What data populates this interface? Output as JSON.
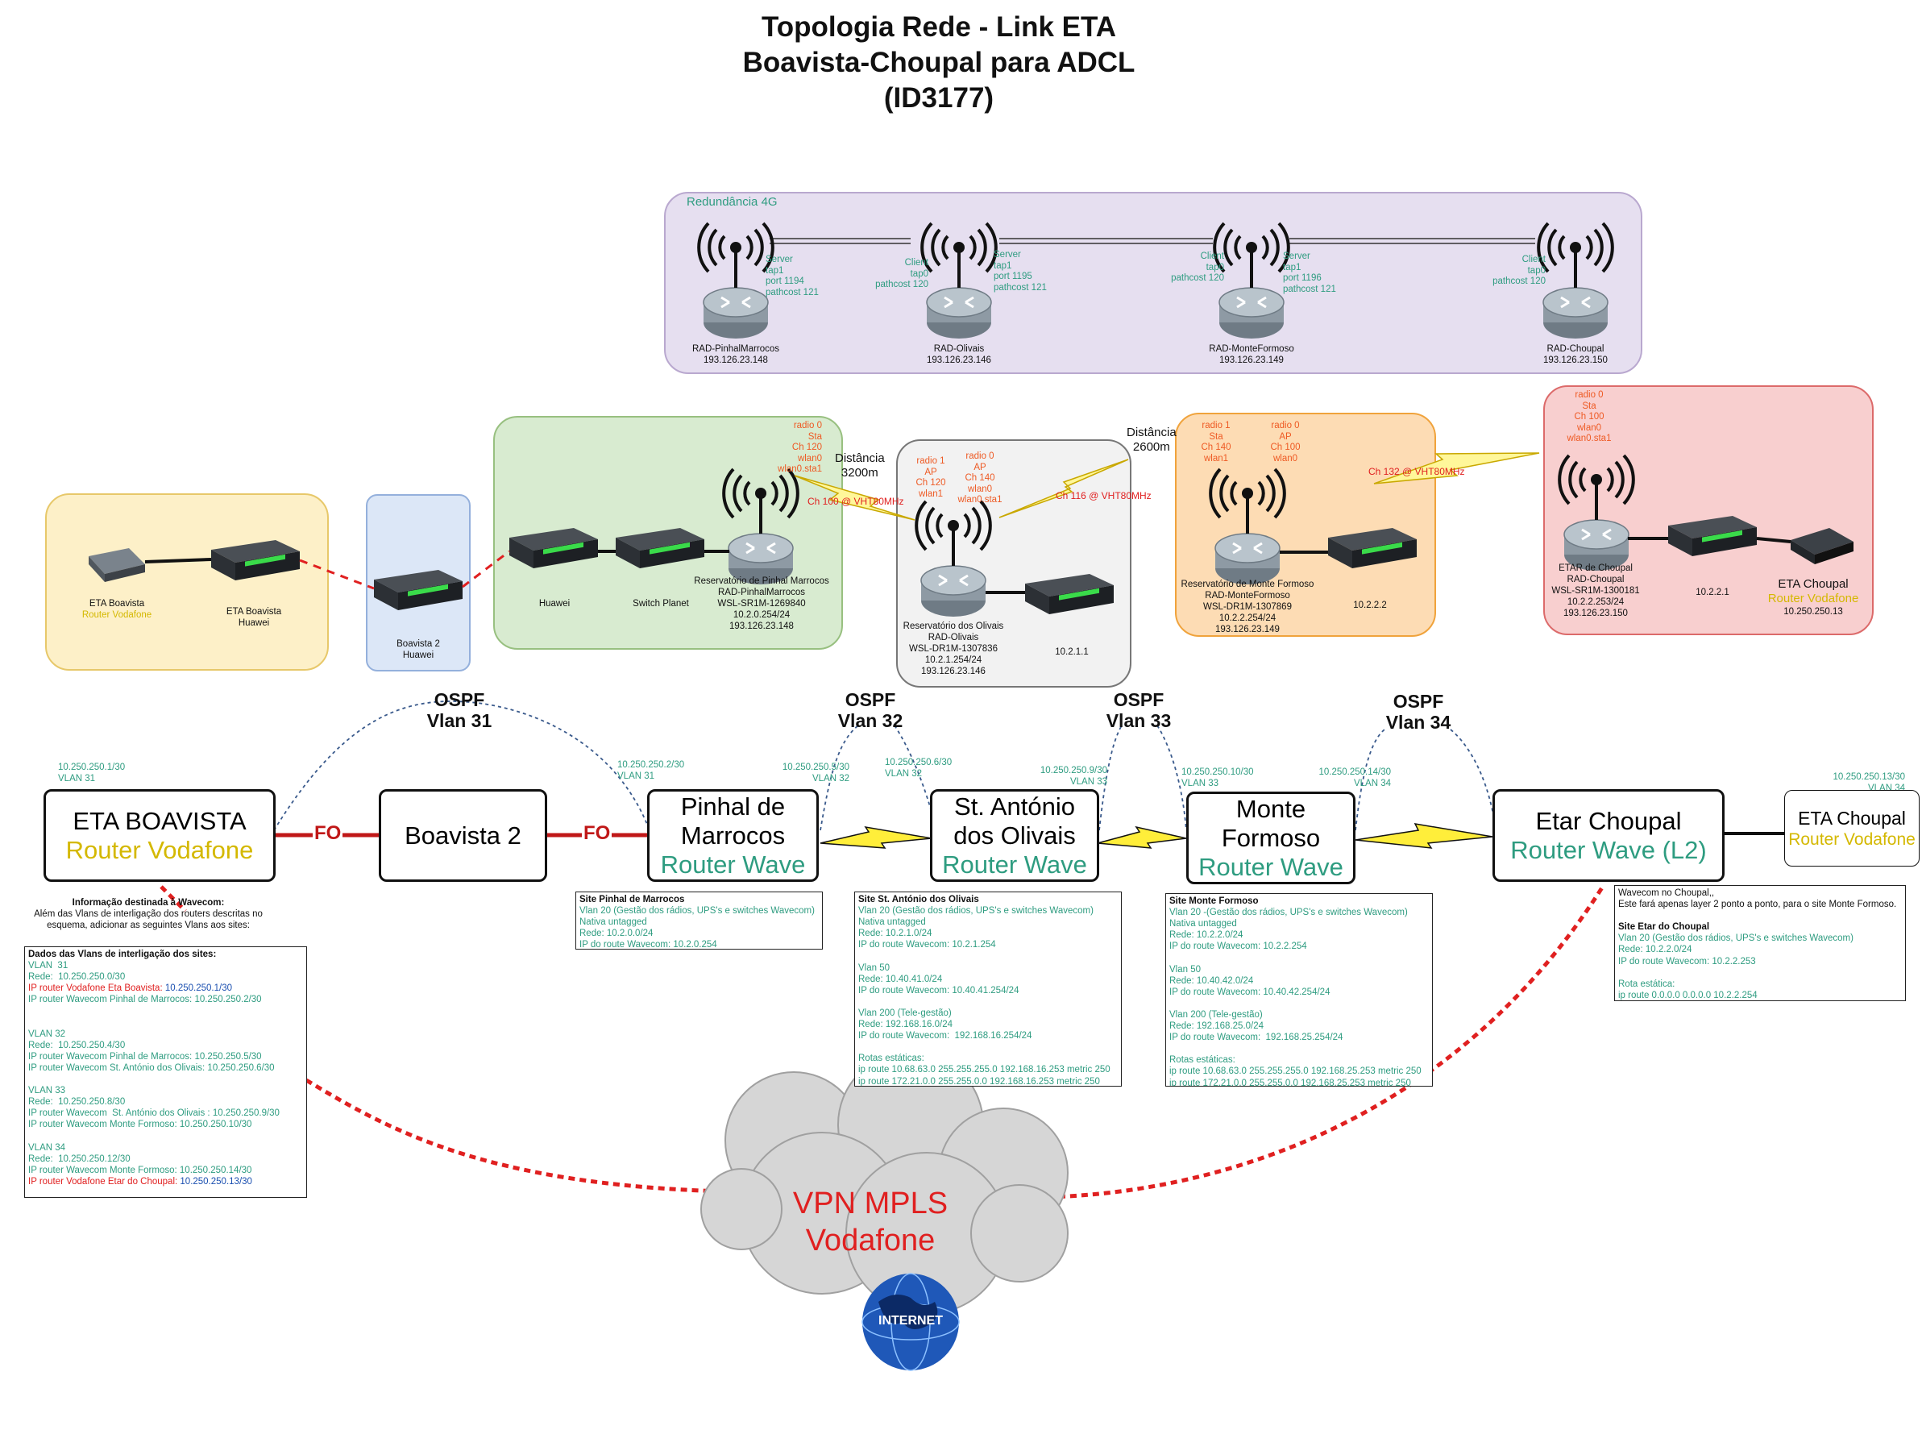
{
  "title": [
    "Topologia Rede - Link ETA",
    "Boavista-Choupal para ADCL",
    "(ID3177)"
  ],
  "redundancy": {
    "label": "Redundância 4G",
    "radios": [
      {
        "name": "RAD-PinhalMarrocos",
        "ip": "193.126.23.148"
      },
      {
        "name": "RAD-Olivais",
        "ip": "193.126.23.146"
      },
      {
        "name": "RAD-MonteFormoso",
        "ip": "193.126.23.149"
      },
      {
        "name": "RAD-Choupal",
        "ip": "193.126.23.150"
      }
    ],
    "tunnels": [
      {
        "server": [
          "Server",
          "tap1",
          "port 1194",
          "pathcost 121"
        ],
        "client": [
          "Client",
          "tap0",
          "pathcost 120"
        ]
      },
      {
        "server": [
          "Server",
          "tap1",
          "port 1195",
          "pathcost 121"
        ],
        "client": [
          "Client",
          "tap0",
          "pathcost 120"
        ]
      },
      {
        "server": [
          "Server",
          "tap1",
          "port 1196",
          "pathcost 121"
        ],
        "client": [
          "Client",
          "tap0",
          "pathcost 120"
        ]
      }
    ]
  },
  "sites": {
    "eta_boavista": {
      "device1": "ETA Boavista",
      "device1_sub": "Router Vodafone",
      "device2": [
        "ETA Boavista",
        "Huawei"
      ]
    },
    "boavista2": {
      "label": [
        "Boavista 2",
        "Huawei"
      ]
    },
    "pinhal": {
      "huawei": "Huawei",
      "planet": "Switch Planet",
      "radio_info": [
        "radio 0",
        "Sta",
        "Ch 120",
        "wlan0",
        "wlan0.sta1"
      ],
      "radio_label": [
        "Reservatório de Pinhal Marrocos",
        "RAD-PinhalMarrocos",
        "WSL-SR1M-1269840",
        "10.2.0.254/24",
        "193.126.23.148"
      ],
      "distance": [
        "Distância",
        "3200m"
      ]
    },
    "olivais": {
      "radio1": [
        "radio 1",
        "AP",
        "Ch 120",
        "wlan1"
      ],
      "radio0": [
        "radio 0",
        "AP",
        "Ch 140",
        "wlan0",
        "wlan0.sta1"
      ],
      "radio_label": [
        "Reservatório dos Olivais",
        "RAD-Olivais",
        "WSL-DR1M-1307836",
        "10.2.1.254/24",
        "193.126.23.146"
      ],
      "switch": "10.2.1.1"
    },
    "monte": {
      "radio1": [
        "radio 1",
        "Sta",
        "Ch 140",
        "wlan1"
      ],
      "radio0": [
        "radio 0",
        "AP",
        "Ch 100",
        "wlan0"
      ],
      "radio_label": [
        "Reservatório de Monte Formoso",
        "RAD-MonteFormoso",
        "WSL-DR1M-1307869",
        "10.2.2.254/24",
        "193.126.23.149"
      ],
      "switch": "10.2.2.2",
      "distance": [
        "Distância",
        "2600m"
      ]
    },
    "choupal": {
      "radio0": [
        "radio 0",
        "Sta",
        "Ch 100",
        "wlan0",
        "wlan0.sta1"
      ],
      "radio_label": [
        "ETAR de Choupal",
        "RAD-Choupal",
        "WSL-SR1M-1300181",
        "10.2.2.253/24",
        "193.126.23.150"
      ],
      "switch": "10.2.2.1",
      "router": "ETA Choupal",
      "router_sub": "Router Vodafone",
      "router_ip": "10.250.250.13"
    }
  },
  "wireless_links": [
    "Ch 100 @ VHT80MHz",
    "Ch 116 @ VHT80MHz",
    "Ch 132 @ VHT80MHz"
  ],
  "ospf": [
    {
      "line1": "OSPF",
      "line2": "Vlan 31"
    },
    {
      "line1": "OSPF",
      "line2": "Vlan 32"
    },
    {
      "line1": "OSPF",
      "line2": "Vlan 33"
    },
    {
      "line1": "OSPF",
      "line2": "Vlan 34"
    }
  ],
  "ip_labels": [
    [
      "10.250.250.1/30",
      "VLAN 31"
    ],
    [
      "10.250.250.2/30",
      "VLAN 31"
    ],
    [
      "10.250.250.5/30",
      "VLAN 32"
    ],
    [
      "10.250.250.6/30",
      "VLAN 32"
    ],
    [
      "10.250.250.9/30",
      "VLAN 33"
    ],
    [
      "10.250.250.10/30",
      "VLAN 33"
    ],
    [
      "10.250.250.14/30",
      "VLAN 34"
    ],
    [
      "10.250.250.13/30",
      "VLAN 34"
    ]
  ],
  "nodes": {
    "eta_boavista": {
      "line1": "ETA BOAVISTA",
      "line2": "Router Vodafone"
    },
    "boavista2": {
      "line1": "Boavista 2"
    },
    "pinhal": {
      "line1": "Pinhal de",
      "line2": "Marrocos",
      "line3": "Router Wave"
    },
    "olivais": {
      "line1": "St. António",
      "line2": "dos Olivais",
      "line3": "Router Wave"
    },
    "monte": {
      "line1": "Monte",
      "line2": "Formoso",
      "line3": "Router Wave"
    },
    "etar": {
      "line1": "Etar Choupal",
      "line2": "Router Wave (L2)"
    },
    "eta_choupal": {
      "line1": "ETA Choupal",
      "line2": "Router Vodafone"
    }
  },
  "fo_label": "FO",
  "wavecom_info": [
    "Informação destinada à Wavecom:",
    "Além das Vlans de interligação dos routers descritas no",
    "esquema, adicionar as seguintes Vlans aos sites:"
  ],
  "vlan_box": [
    {
      "t": "Dados das Vlans de interligação dos sites:",
      "s": "b"
    },
    {
      "t": "VLAN  31",
      "s": "n"
    },
    {
      "t": "Rede:  10.250.250.0/30",
      "s": "n"
    },
    {
      "t": "IP router Vodafone Eta Boavista: 10.250.250.1/30",
      "s": "r"
    },
    {
      "t": "IP router Wavecom Pinhal de Marrocos: 10.250.250.2/30",
      "s": "n"
    },
    {
      "t": "",
      "s": "n"
    },
    {
      "t": "",
      "s": "n"
    },
    {
      "t": "VLAN 32",
      "s": "n"
    },
    {
      "t": "Rede:  10.250.250.4/30",
      "s": "n"
    },
    {
      "t": "IP router Wavecom Pinhal de Marrocos: 10.250.250.5/30",
      "s": "n"
    },
    {
      "t": "IP router Wavecom St. António dos Olivais: 10.250.250.6/30",
      "s": "n"
    },
    {
      "t": "",
      "s": "n"
    },
    {
      "t": "VLAN 33",
      "s": "n"
    },
    {
      "t": "Rede:  10.250.250.8/30",
      "s": "n"
    },
    {
      "t": "IP router Wavecom  St. António dos Olivais : 10.250.250.9/30",
      "s": "n"
    },
    {
      "t": "IP router Wavecom Monte Formoso: 10.250.250.10/30",
      "s": "n"
    },
    {
      "t": "",
      "s": "n"
    },
    {
      "t": "VLAN 34",
      "s": "n"
    },
    {
      "t": "Rede:  10.250.250.12/30",
      "s": "n"
    },
    {
      "t": "IP router Wavecom Monte Formoso: 10.250.250.14/30",
      "s": "n"
    },
    {
      "t": "IP router Vodafone Etar do Choupal: 10.250.250.13/30",
      "s": "r"
    }
  ],
  "site_pinhal_box": [
    {
      "t": "Site Pinhal de Marrocos",
      "s": "b"
    },
    {
      "t": "Vlan 20 (Gestão dos rádios, UPS's e switches Wavecom)",
      "s": "n"
    },
    {
      "t": "Nativa untagged",
      "s": "n"
    },
    {
      "t": "Rede: 10.2.0.0/24",
      "s": "n"
    },
    {
      "t": "IP do route Wavecom: 10.2.0.254",
      "s": "n"
    }
  ],
  "site_olivais_box": [
    {
      "t": "Site St. António dos Olivais",
      "s": "b"
    },
    {
      "t": "Vlan 20 (Gestão dos rádios, UPS's e switches Wavecom)",
      "s": "n"
    },
    {
      "t": "Nativa untagged",
      "s": "n"
    },
    {
      "t": "Rede: 10.2.1.0/24",
      "s": "n"
    },
    {
      "t": "IP do route Wavecom: 10.2.1.254",
      "s": "n"
    },
    {
      "t": "",
      "s": "n"
    },
    {
      "t": "Vlan 50",
      "s": "n"
    },
    {
      "t": "Rede: 10.40.41.0/24",
      "s": "n"
    },
    {
      "t": "IP do route Wavecom: 10.40.41.254/24",
      "s": "n"
    },
    {
      "t": "",
      "s": "n"
    },
    {
      "t": "Vlan 200 (Tele-gestão)",
      "s": "n"
    },
    {
      "t": "Rede: 192.168.16.0/24",
      "s": "n"
    },
    {
      "t": "IP do route Wavecom:  192.168.16.254/24",
      "s": "n"
    },
    {
      "t": "",
      "s": "n"
    },
    {
      "t": "Rotas estáticas:",
      "s": "n"
    },
    {
      "t": "ip route 10.68.63.0 255.255.255.0 192.168.16.253 metric 250",
      "s": "n"
    },
    {
      "t": "ip route 172.21.0.0 255.255.0.0 192.168.16.253 metric 250",
      "s": "n"
    }
  ],
  "site_monte_box": [
    {
      "t": "Site Monte Formoso",
      "s": "b"
    },
    {
      "t": "Vlan 20 -(Gestão dos rádios, UPS's e switches Wavecom)",
      "s": "n"
    },
    {
      "t": "Nativa untagged",
      "s": "n"
    },
    {
      "t": "Rede: 10.2.2.0/24",
      "s": "n"
    },
    {
      "t": "IP do route Wavecom: 10.2.2.254",
      "s": "n"
    },
    {
      "t": "",
      "s": "n"
    },
    {
      "t": "Vlan 50",
      "s": "n"
    },
    {
      "t": "Rede: 10.40.42.0/24",
      "s": "n"
    },
    {
      "t": "IP do route Wavecom: 10.40.42.254/24",
      "s": "n"
    },
    {
      "t": "",
      "s": "n"
    },
    {
      "t": "Vlan 200 (Tele-gestão)",
      "s": "n"
    },
    {
      "t": "Rede: 192.168.25.0/24",
      "s": "n"
    },
    {
      "t": "IP do route Wavecom:  192.168.25.254/24",
      "s": "n"
    },
    {
      "t": "",
      "s": "n"
    },
    {
      "t": "Rotas estáticas:",
      "s": "n"
    },
    {
      "t": "ip route 10.68.63.0 255.255.255.0 192.168.25.253 metric 250",
      "s": "n"
    },
    {
      "t": "ip route 172.21.0.0 255.255.0.0 192.168.25.253 metric 250",
      "s": "n"
    }
  ],
  "site_choupal_box": [
    {
      "t": "Wavecom no Choupal,,",
      "s": "k"
    },
    {
      "t": "Este fará apenas layer 2 ponto a ponto, para o site Monte Formoso.",
      "s": "k"
    },
    {
      "t": "",
      "s": "n"
    },
    {
      "t": "Site Etar do Choupal",
      "s": "b"
    },
    {
      "t": "Vlan 20 (Gestão dos rádios, UPS's e switches Wavecom)",
      "s": "n"
    },
    {
      "t": "Rede: 10.2.2.0/24",
      "s": "n"
    },
    {
      "t": "IP do route Wavecom: 10.2.2.253",
      "s": "n"
    },
    {
      "t": "",
      "s": "n"
    },
    {
      "t": "Rota estática:",
      "s": "n"
    },
    {
      "t": "ip route 0.0.0.0 0.0.0.0 10.2.2.254",
      "s": "n"
    }
  ],
  "cloud": {
    "line1": "VPN MPLS",
    "line2": "Vodafone",
    "internet": "INTERNET"
  },
  "colors": {
    "teal": "#2e9c80",
    "orange_text": "#ee5a24",
    "red": "#e02020",
    "yellow": "#d4b800",
    "purple_bg": "#e6dff0",
    "yellow_bg": "#fdf0c8",
    "blue_bg": "#dce7f7",
    "green_bg": "#d8ebd0",
    "grey_bg": "#f2f2f2",
    "orange_bg": "#fddcb4",
    "pink_bg": "#f8cfcf"
  }
}
